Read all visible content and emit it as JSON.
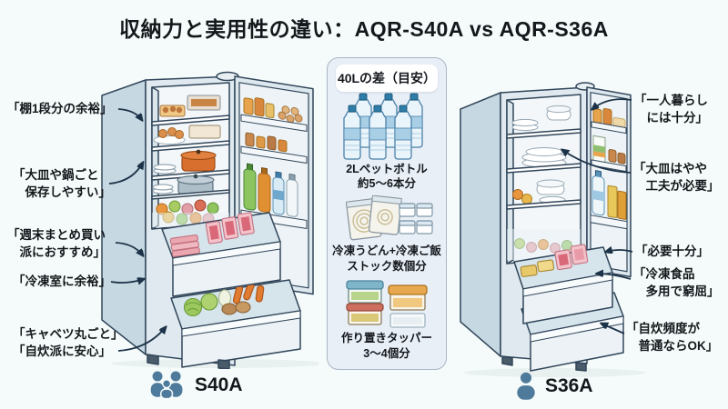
{
  "title": "収納力と実用性の違い：AQR-S40A vs AQR-S36A",
  "colors": {
    "page-bg": "#f5fbfa",
    "panel-bg": "#e9eff7",
    "panel-border": "#a9b6c4",
    "arrow": "#1d3349",
    "icon-blue": "#4e7a9b",
    "text": "#14181c"
  },
  "left_fridge": {
    "model": "S40A",
    "audience_icon": "family-icon",
    "callouts": [
      {
        "text": "「棚1段分の余裕」"
      },
      {
        "text": "「大皿や鍋ごと\n保存しやすい」"
      },
      {
        "text": "「週末まとめ買い\n派におすすめ」"
      },
      {
        "text": "「冷凍室に余裕」"
      },
      {
        "text": "「キャベツ丸ごと」\n「自炊派に安心」"
      }
    ]
  },
  "right_fridge": {
    "model": "S36A",
    "audience_icon": "single-person-icon",
    "callouts": [
      {
        "text": "「一人暮らし\nには十分」"
      },
      {
        "text": "「大皿はやや\n工夫が必要」"
      },
      {
        "text": "「必要十分」"
      },
      {
        "text": "「冷凍食品\n多用で窮屈」"
      },
      {
        "text": "「自炊頻度が\n普通ならOK」"
      }
    ]
  },
  "difference_panel": {
    "header": "40Lの差（目安）",
    "items": [
      {
        "icon": "water-bottles-icon",
        "label": "2Lペットボトル\n約5〜6本分"
      },
      {
        "icon": "frozen-food-icon",
        "label": "冷凍うどん+冷凍ご飯\nストック数個分"
      },
      {
        "icon": "meal-prep-containers-icon",
        "label": "作り置きタッパー\n3〜4個分"
      }
    ]
  }
}
